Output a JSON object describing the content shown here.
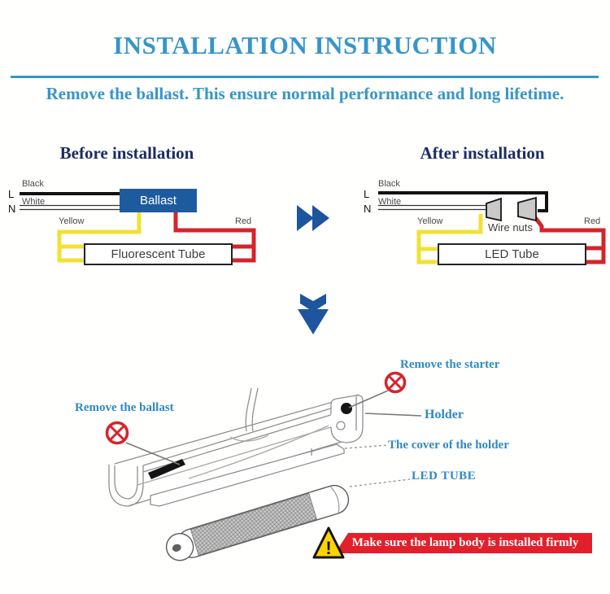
{
  "header": {
    "title": "INSTALLATION INSTRUCTION",
    "subtitle": "Remove the ballast. This ensure normal performance and long lifetime."
  },
  "before": {
    "heading": "Before installation",
    "labels": {
      "l": "L",
      "n": "N",
      "black": "Black",
      "white": "White",
      "yellow": "Yellow",
      "red": "Red"
    },
    "ballast": "Ballast",
    "tube": "Fluorescent Tube"
  },
  "after": {
    "heading": "After installation",
    "labels": {
      "l": "L",
      "n": "N",
      "black": "Black",
      "white": "White",
      "yellow": "Yellow",
      "red": "Red",
      "wire_nuts": "Wire nuts"
    },
    "tube": "LED Tube"
  },
  "fixture": {
    "labels": {
      "remove_ballast": "Remove the ballast",
      "remove_starter": "Remove the starter",
      "holder": "Holder",
      "cover": "The cover of the holder",
      "led_tube": "LED TUBE"
    }
  },
  "warning": {
    "text": "Make sure the lamp body is installed firmly",
    "mark": "!"
  },
  "icons": {
    "transition": "fast-forward-icon",
    "down": "double-down-arrow-icon",
    "prohibited": "crossed-circle-icon",
    "warning": "warning-triangle-icon"
  },
  "colors": {
    "title_blue": "#3795c8",
    "heading_navy": "#1c2d63",
    "callout_blue": "#2f8ac2",
    "ballast_blue": "#1e5b9e",
    "arrow_blue": "#1d559e",
    "wire_yellow": "#f2e135",
    "wire_red": "#d6232a",
    "warning_red": "#e2202b",
    "warning_yellow": "#ffd400"
  }
}
